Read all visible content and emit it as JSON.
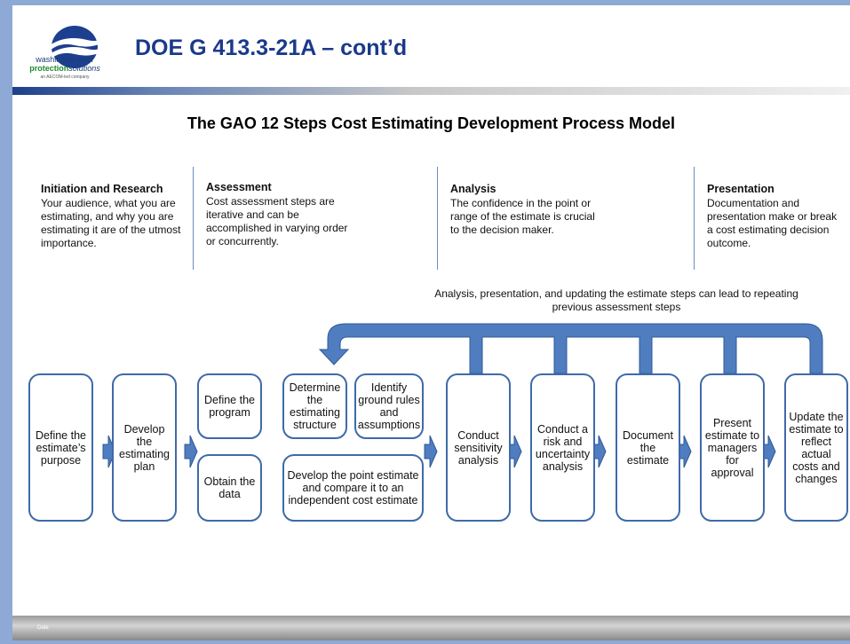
{
  "header": {
    "logo_line1": "washington river",
    "logo_line2": "protection",
    "logo_line3": "solutions",
    "logo_line4": "an AECOM-led company",
    "title": "DOE G 413.3-21A – cont’d"
  },
  "diagram": {
    "title": "The GAO 12 Steps Cost Estimating Development Process Model",
    "phases": [
      {
        "heading": "Initiation and Research",
        "text": "Your audience, what you are estimating, and why you are estimating it are of the utmost importance."
      },
      {
        "heading": "Assessment",
        "text": "Cost assessment steps are iterative and can be accomplished in varying order or concurrently."
      },
      {
        "heading": "Analysis",
        "text": "The confidence in the point or range of the estimate is crucial to the decision maker."
      },
      {
        "heading": "Presentation",
        "text": "Documentation and presentation make or break a cost estimating decision outcome."
      }
    ],
    "loop_note": "Analysis, presentation, and updating the estimate steps can lead to repeating previous assessment steps",
    "steps": {
      "s1": "Define the estimate’s purpose",
      "s2": "Develop the estimating plan",
      "s3": "Define the program",
      "s4": "Obtain the data",
      "s5": "Determine the estimating structure",
      "s6": "Identify ground rules and assumptions",
      "s7": "Develop the point estimate and compare it to an independent cost estimate",
      "s8": "Conduct sensitivity analysis",
      "s9": "Conduct a risk and uncertainty analysis",
      "s10": "Document the estimate",
      "s11": "Present estimate to managers for approval",
      "s12": "Update the estimate to reflect actual costs and changes"
    },
    "colors": {
      "arrow": "#4f7dc0",
      "arrow_stroke": "#2f5a96",
      "box_border": "#3f6aa8"
    }
  },
  "footer": {
    "date_label": "Date"
  }
}
